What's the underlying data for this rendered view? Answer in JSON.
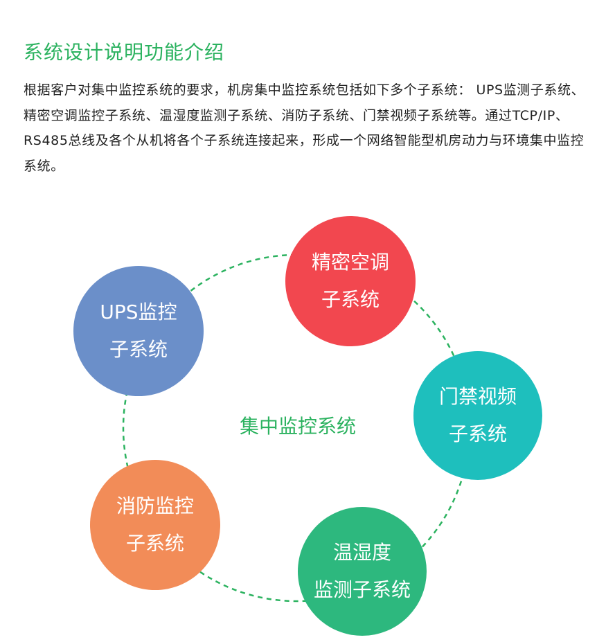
{
  "title": "系统设计说明功能介绍",
  "description": "根据客户对集中监控系统的要求，机房集中监控系统包括如下多个子系统： UPS监测子系统、精密空调监控子系统、温湿度监测子系统、消防子系统、门禁视频子系统等。通过TCP/IP、RS485总线及各个从机将各个子系统连接起来，形成一个网络智能型机房动力与环境集中监控系统。",
  "diagram": {
    "center": "集中监控系统",
    "ring_color": "#2bb25f",
    "nodes": [
      {
        "line1": "UPS监控",
        "line2": "子系统",
        "color": "#6b8fc9"
      },
      {
        "line1": "精密空调",
        "line2": "子系统",
        "color": "#f2474f"
      },
      {
        "line1": "门禁视频",
        "line2": "子系统",
        "color": "#1ebfbd"
      },
      {
        "line1": "温湿度",
        "line2": "监测子系统",
        "color": "#2db87e"
      },
      {
        "line1": "消防监控",
        "line2": "子系统",
        "color": "#f28c58"
      }
    ]
  }
}
